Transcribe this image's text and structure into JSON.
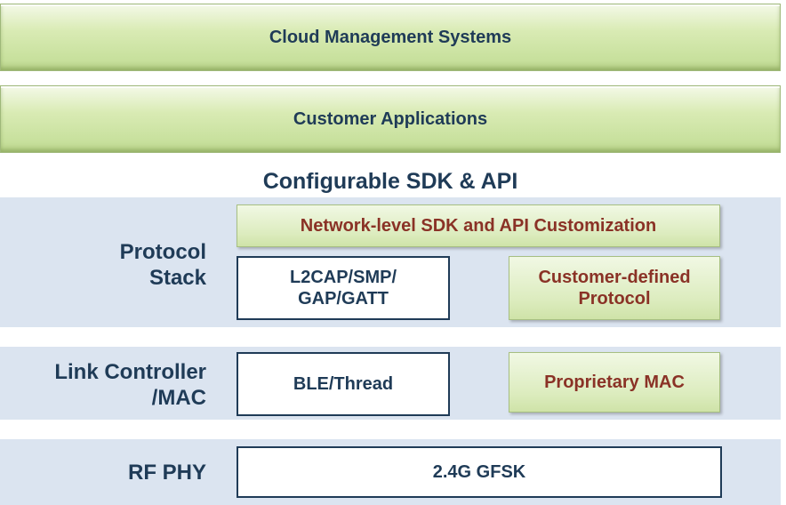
{
  "top_bars": {
    "cloud": "Cloud Management Systems",
    "customer_apps": "Customer Applications"
  },
  "sdk_title": "Configurable SDK & API",
  "protocol_stack": {
    "label_line1": "Protocol",
    "label_line2": "Stack",
    "network_sdk": "Network-level SDK and API Customization",
    "l2cap_line1": "L2CAP/SMP/",
    "l2cap_line2": "GAP/GATT",
    "custom_line1": "Customer-defined",
    "custom_line2": "Protocol"
  },
  "link_controller": {
    "label_line1": "Link Controller",
    "label_line2": "/MAC",
    "ble": "BLE/Thread",
    "proprietary": "Proprietary MAC"
  },
  "rf_phy": {
    "label": "RF PHY",
    "gfsk": "2.4G GFSK"
  }
}
